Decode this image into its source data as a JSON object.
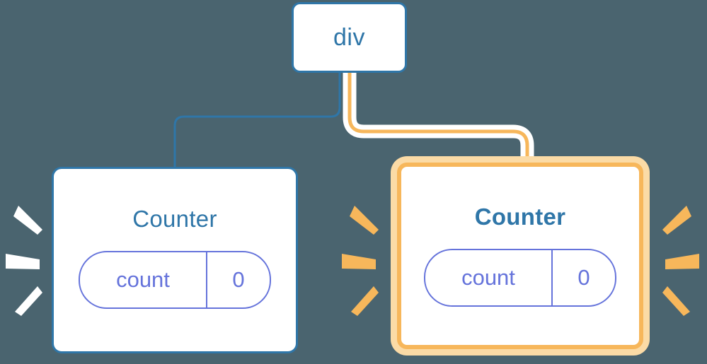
{
  "diagram": {
    "title": "component-tree-rerender",
    "background_color": "#4a646f",
    "nodes": [
      {
        "id": "div",
        "label": "div",
        "type": "element",
        "state": null,
        "highlighted": false,
        "border_color": "#2f76a8",
        "text_color": "#2f76a8"
      },
      {
        "id": "counter-left",
        "label": "Counter",
        "type": "component",
        "highlighted": false,
        "border_color": "#2f76a8",
        "text_color": "#2f76a8",
        "state": {
          "key": "count",
          "value": "0",
          "color": "#6573db"
        },
        "sparkle_color": "#ffffff"
      },
      {
        "id": "counter-right",
        "label": "Counter",
        "type": "component",
        "highlighted": true,
        "border_color": "#f7b75b",
        "glow_color": "#fbdba6",
        "text_color": "#2f76a8",
        "state": {
          "key": "count",
          "value": "0",
          "color": "#6573db"
        },
        "sparkle_color": "#f7b75b"
      }
    ],
    "edges": [
      {
        "id": "edge-div-to-counter-left",
        "from": "div",
        "to": "counter-left",
        "color": "#2f76a8",
        "highlighted": false,
        "width": 3
      },
      {
        "id": "edge-div-to-counter-right",
        "from": "div",
        "to": "counter-right",
        "color": "#f7b75b",
        "casing_color": "#ffffff",
        "highlighted": true,
        "width": 5
      }
    ]
  }
}
